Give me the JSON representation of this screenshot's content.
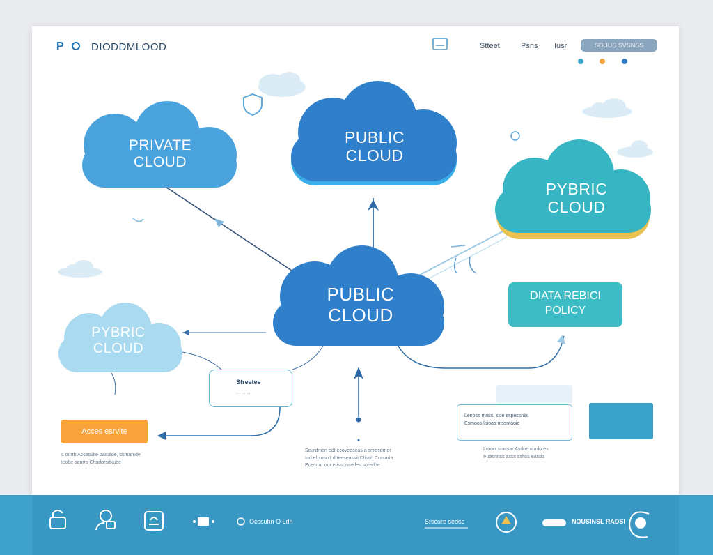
{
  "header": {
    "logo_mark": "P",
    "logo_text": "DIODDMLOOD",
    "nav": [
      "Stteet",
      "Psns",
      "Iusr"
    ],
    "button": "SDUUS SVSNSS"
  },
  "clouds": {
    "private": [
      "PRIVATE",
      "CLOUD"
    ],
    "public_top": [
      "PUBLIC",
      "CLOUD"
    ],
    "hybrid": [
      "PYBRIC",
      "CLOUD"
    ],
    "public_center": [
      "PUBLIC",
      "CLOUD"
    ],
    "left_small": [
      "PYBRIC",
      "CLOUD"
    ]
  },
  "policy_box": [
    "DIATA REBICI",
    "POLICY"
  ],
  "access_button": "Acces esrvite",
  "mini_card": {
    "title": "Streetes",
    "sub": "··· ·····"
  },
  "wide_card": [
    "Lenoss mrsis, ssie sspessntis",
    "Esmoos loioas mssntaoie"
  ],
  "captions": {
    "left": [
      "L oorth Accesvite dasulde, ssmarsde",
      "Icobe sanrrs Chadorsdkuee"
    ],
    "center": [
      "Scurdrtion edt ecoveaseas a snrosdmor",
      "Iad el sosod dheeseassit Dlissh Crasade",
      "Ecesdur oor rsissonsedes soredde"
    ],
    "right": [
      "Lroorr srocsar Asdue uunlores",
      "Puacnnss acss sshss easdd"
    ]
  },
  "footer": {
    "link_a": "Ocssuhn O Ldn",
    "link_b": "Srscure sedsc",
    "link_c": "NOUSINSL RADSI"
  },
  "colors": {
    "private": "#4aa3dc",
    "public_top": "#2f7fcb",
    "public_top_edge": "#3aaee8",
    "hybrid": "#37b5c2",
    "hybrid_edge": "#e9c24f",
    "public_center": "#2f7fcb",
    "left_small": "#a9daf0",
    "orange": "#f7a23b",
    "teal": "#3dbcc6",
    "footer": "#3897c3"
  }
}
